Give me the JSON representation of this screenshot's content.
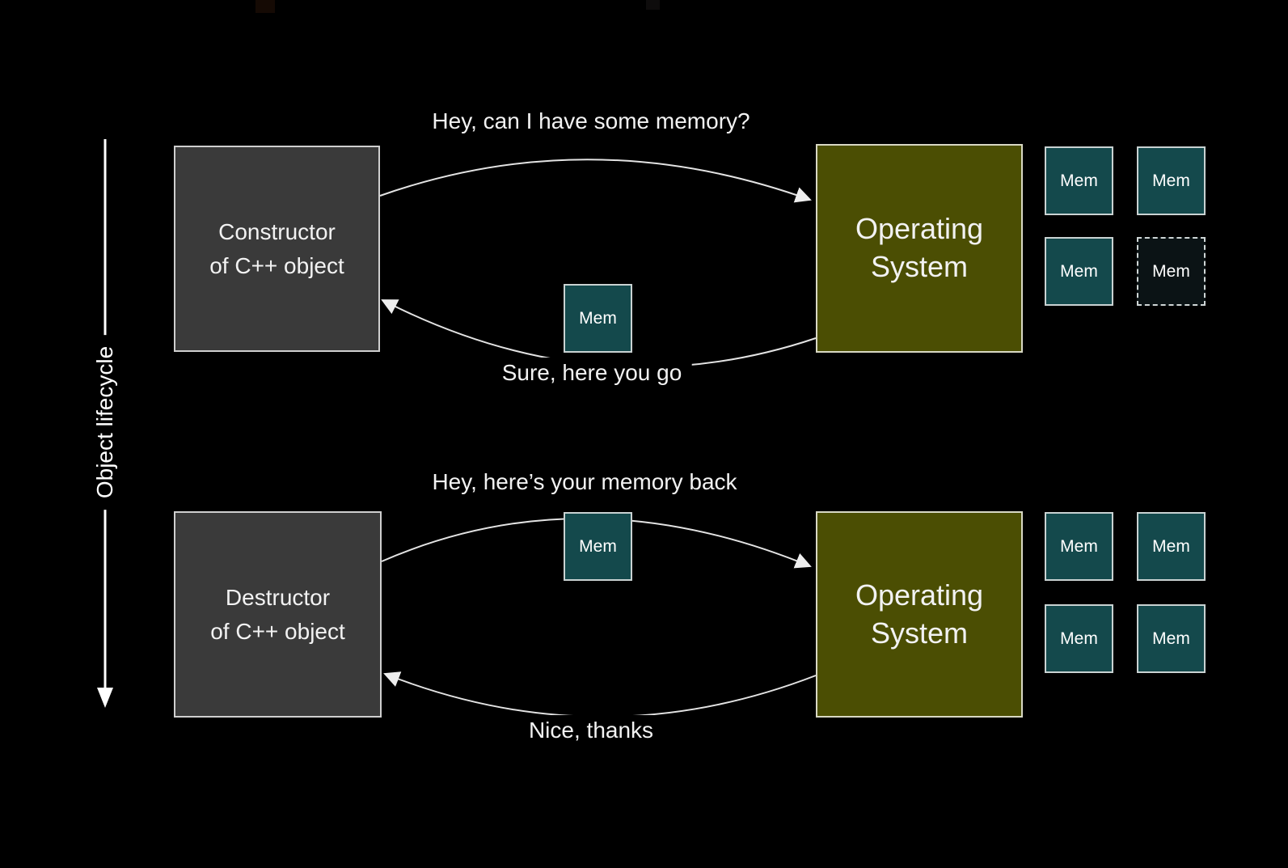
{
  "colors": {
    "background": "#000000",
    "actor_box": "#3a3a3a",
    "os_box": "#4b4e03",
    "mem_box": "#14494c",
    "arrow": "#e3e3e3",
    "text": "#f2f2f2"
  },
  "axis": {
    "label": "Object lifecycle"
  },
  "sections": {
    "allocation": {
      "actor_label": "Constructor\nof C++ object",
      "os_label": "Operating\nSystem",
      "request_text": "Hey, can I have some memory?",
      "response_text": "Sure, here you go",
      "transfer_mem_label": "Mem",
      "mem_grid": [
        {
          "label": "Mem",
          "state": "solid"
        },
        {
          "label": "Mem",
          "state": "solid"
        },
        {
          "label": "Mem",
          "state": "solid"
        },
        {
          "label": "Mem",
          "state": "dashed"
        }
      ]
    },
    "deallocation": {
      "actor_label": "Destructor\nof C++ object",
      "os_label": "Operating\nSystem",
      "request_text": "Hey, here’s your memory back",
      "response_text": "Nice, thanks",
      "transfer_mem_label": "Mem",
      "mem_grid": [
        {
          "label": "Mem",
          "state": "solid"
        },
        {
          "label": "Mem",
          "state": "solid"
        },
        {
          "label": "Mem",
          "state": "solid"
        },
        {
          "label": "Mem",
          "state": "solid"
        }
      ]
    }
  }
}
